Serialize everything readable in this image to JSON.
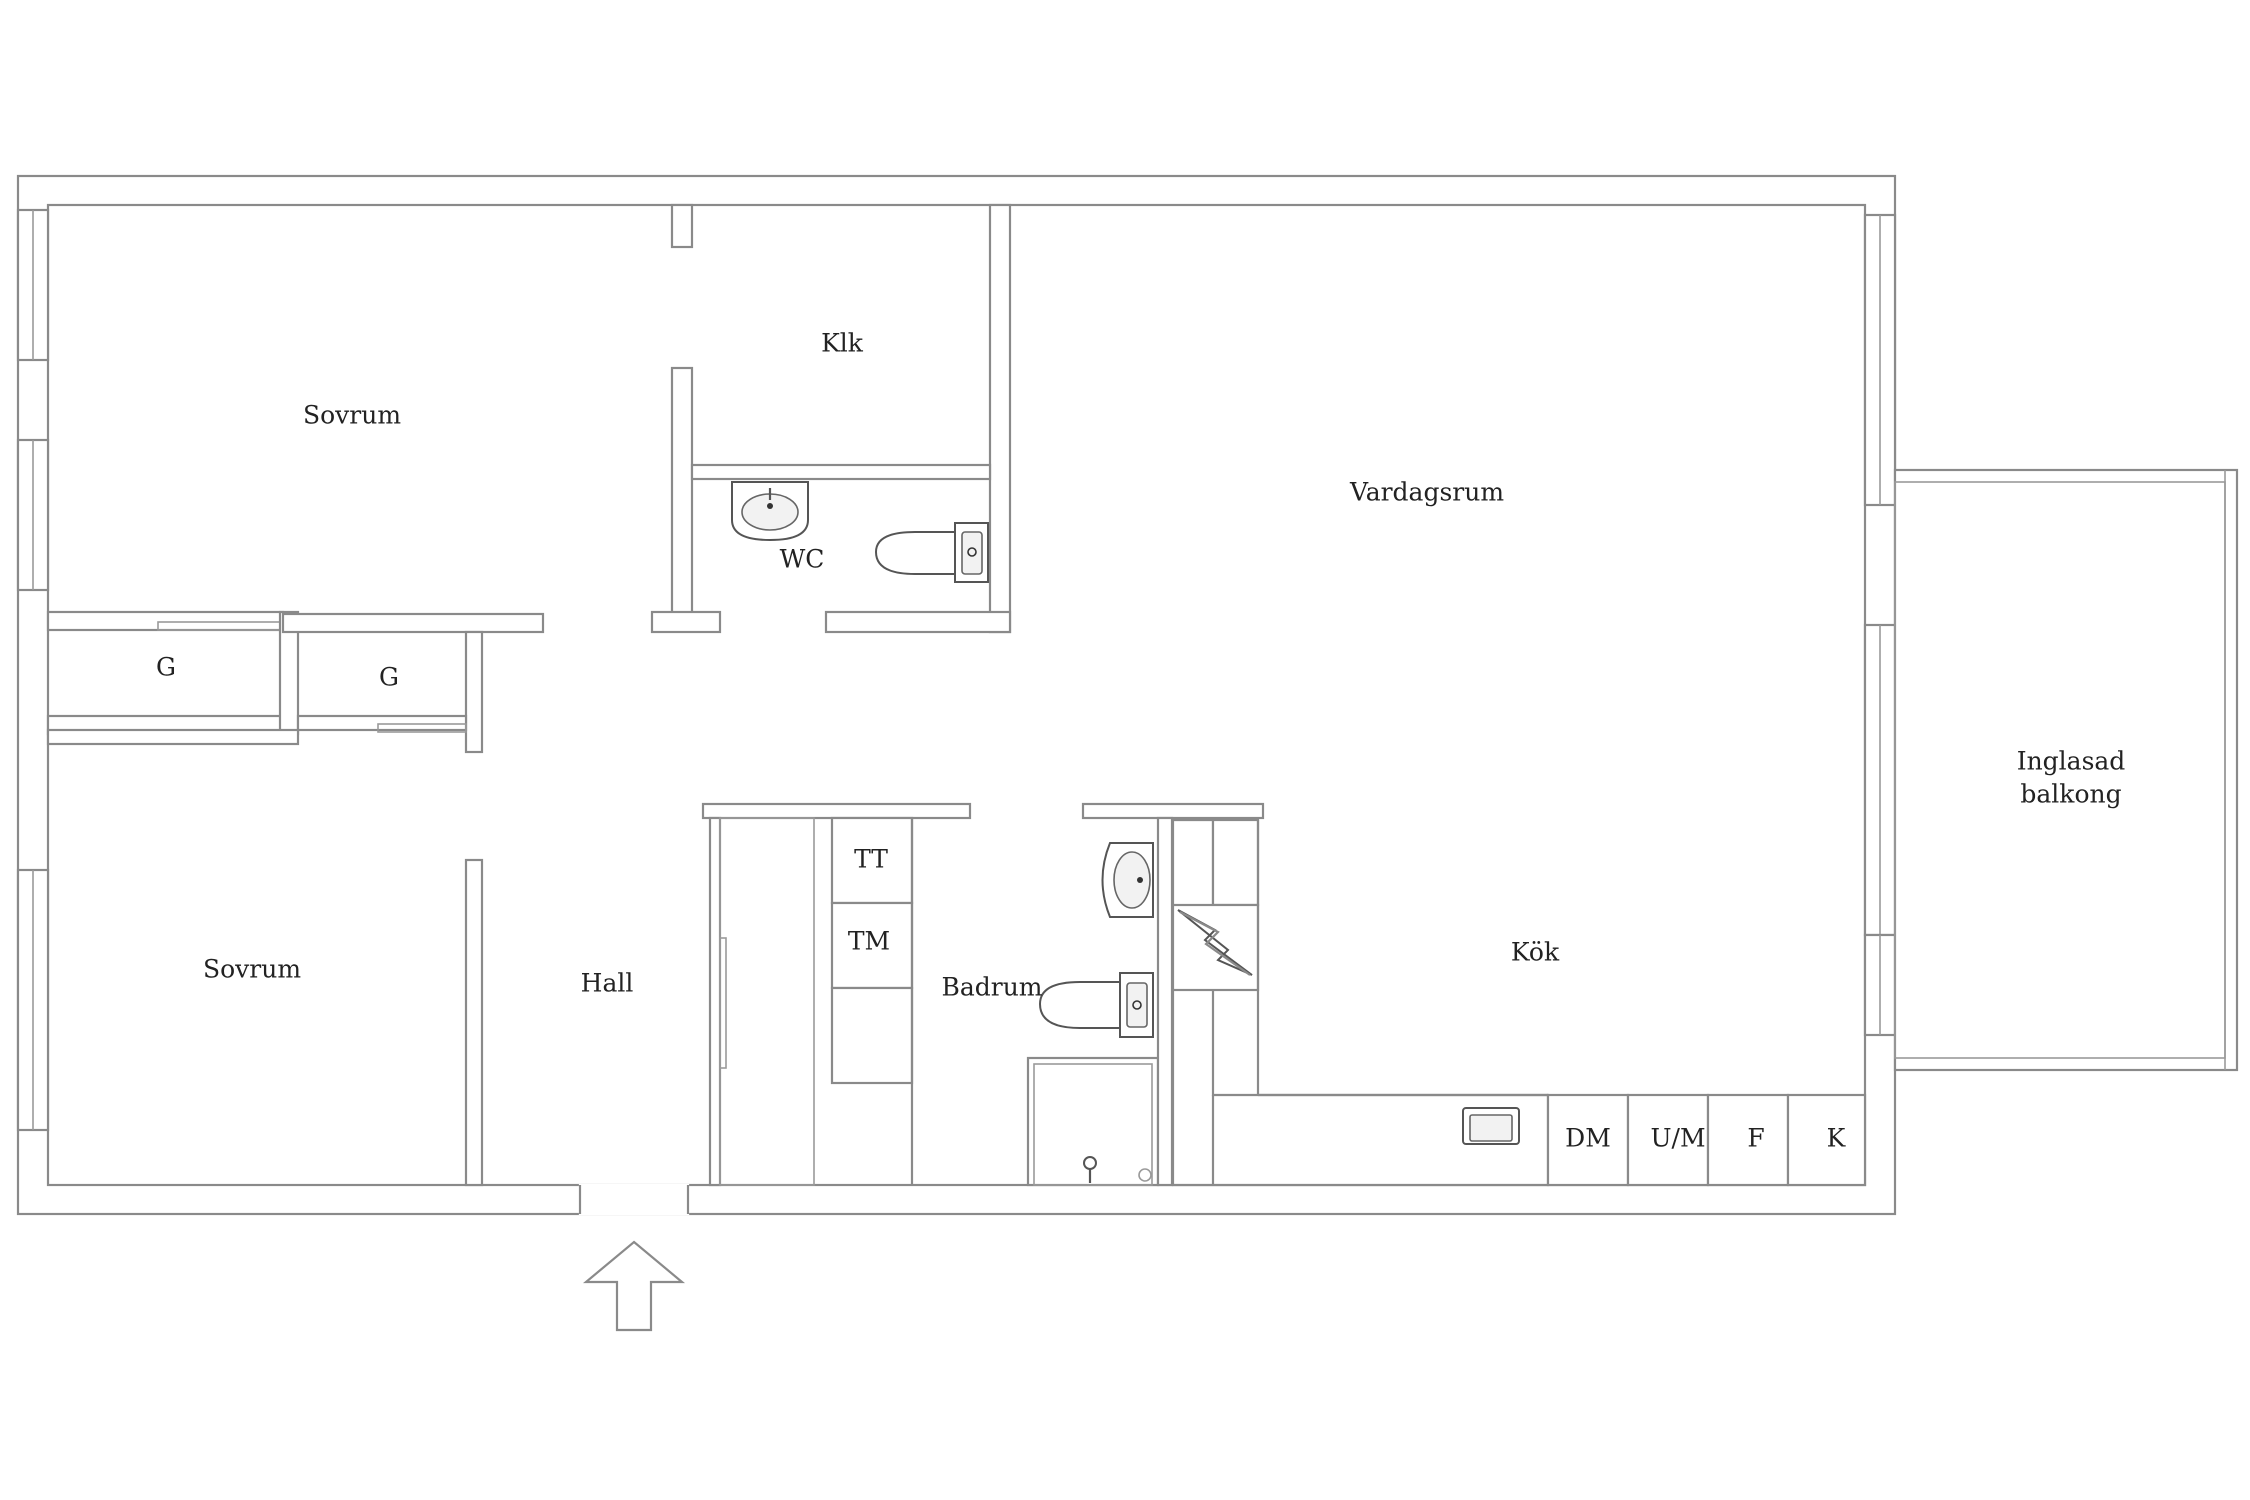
{
  "rooms": {
    "sovrum_top": "Sovrum",
    "klk": "Klk",
    "wc": "WC",
    "vardagsrum": "Vardagsrum",
    "g_left": "G",
    "g_right": "G",
    "sovrum_bottom": "Sovrum",
    "hall": "Hall",
    "tt": "TT",
    "tm": "TM",
    "badrum": "Badrum",
    "kok": "Kök",
    "balkong_line1": "Inglasad",
    "balkong_line2": "balkong",
    "dm": "DM",
    "um": "U/M",
    "f": "F",
    "k": "K"
  },
  "icons": {
    "entrance": "entrance-arrow-icon",
    "sink": "sink-icon",
    "toilet": "toilet-icon",
    "stove": "stove-icon",
    "shower": "shower-icon"
  }
}
